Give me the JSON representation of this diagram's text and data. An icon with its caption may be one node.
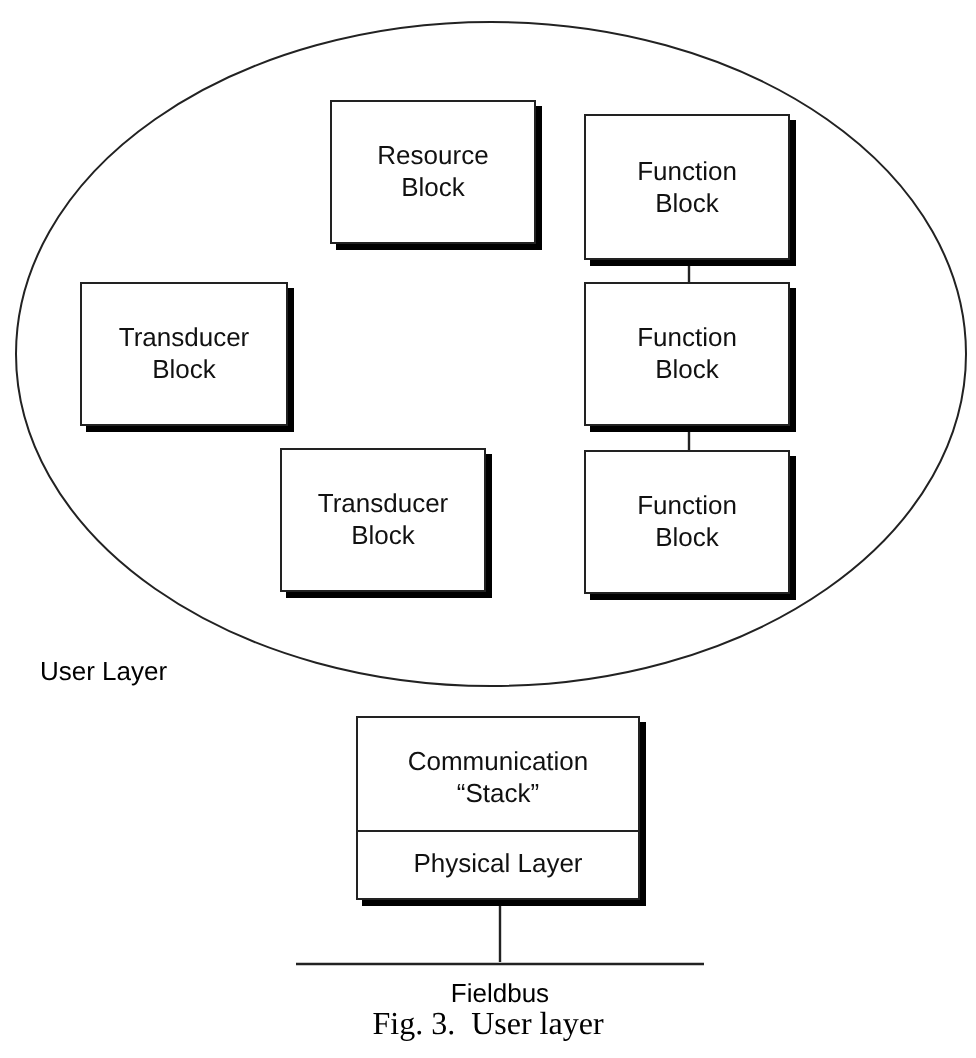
{
  "diagram": {
    "caption": "Fig. 3.  User layer",
    "nodes": [
      {
        "text": [
          "User Layer"
        ]
      },
      {
        "text": [
          "Resource Block"
        ],
        "in": 0
      },
      {
        "text": [
          "Function Block"
        ],
        "in": 0
      },
      {
        "text": [
          "Transducer Block"
        ],
        "in": 0
      },
      {
        "text": [
          "Function Block"
        ],
        "in": 0
      },
      {
        "text": [
          "Transducer Block"
        ],
        "in": 0
      },
      {
        "text": [
          "Function Block"
        ],
        "in": 0
      },
      {
        "text": [
          "Communication “Stack”",
          "Physical Layer"
        ]
      },
      {
        "text": [
          "Fieldbus"
        ]
      }
    ],
    "edges": [
      {
        "from": 2,
        "to": 4,
        "arrow": "none"
      },
      {
        "from": 4,
        "to": 6,
        "arrow": "none"
      },
      {
        "from": 7,
        "to": 8,
        "arrow": "none"
      }
    ]
  }
}
